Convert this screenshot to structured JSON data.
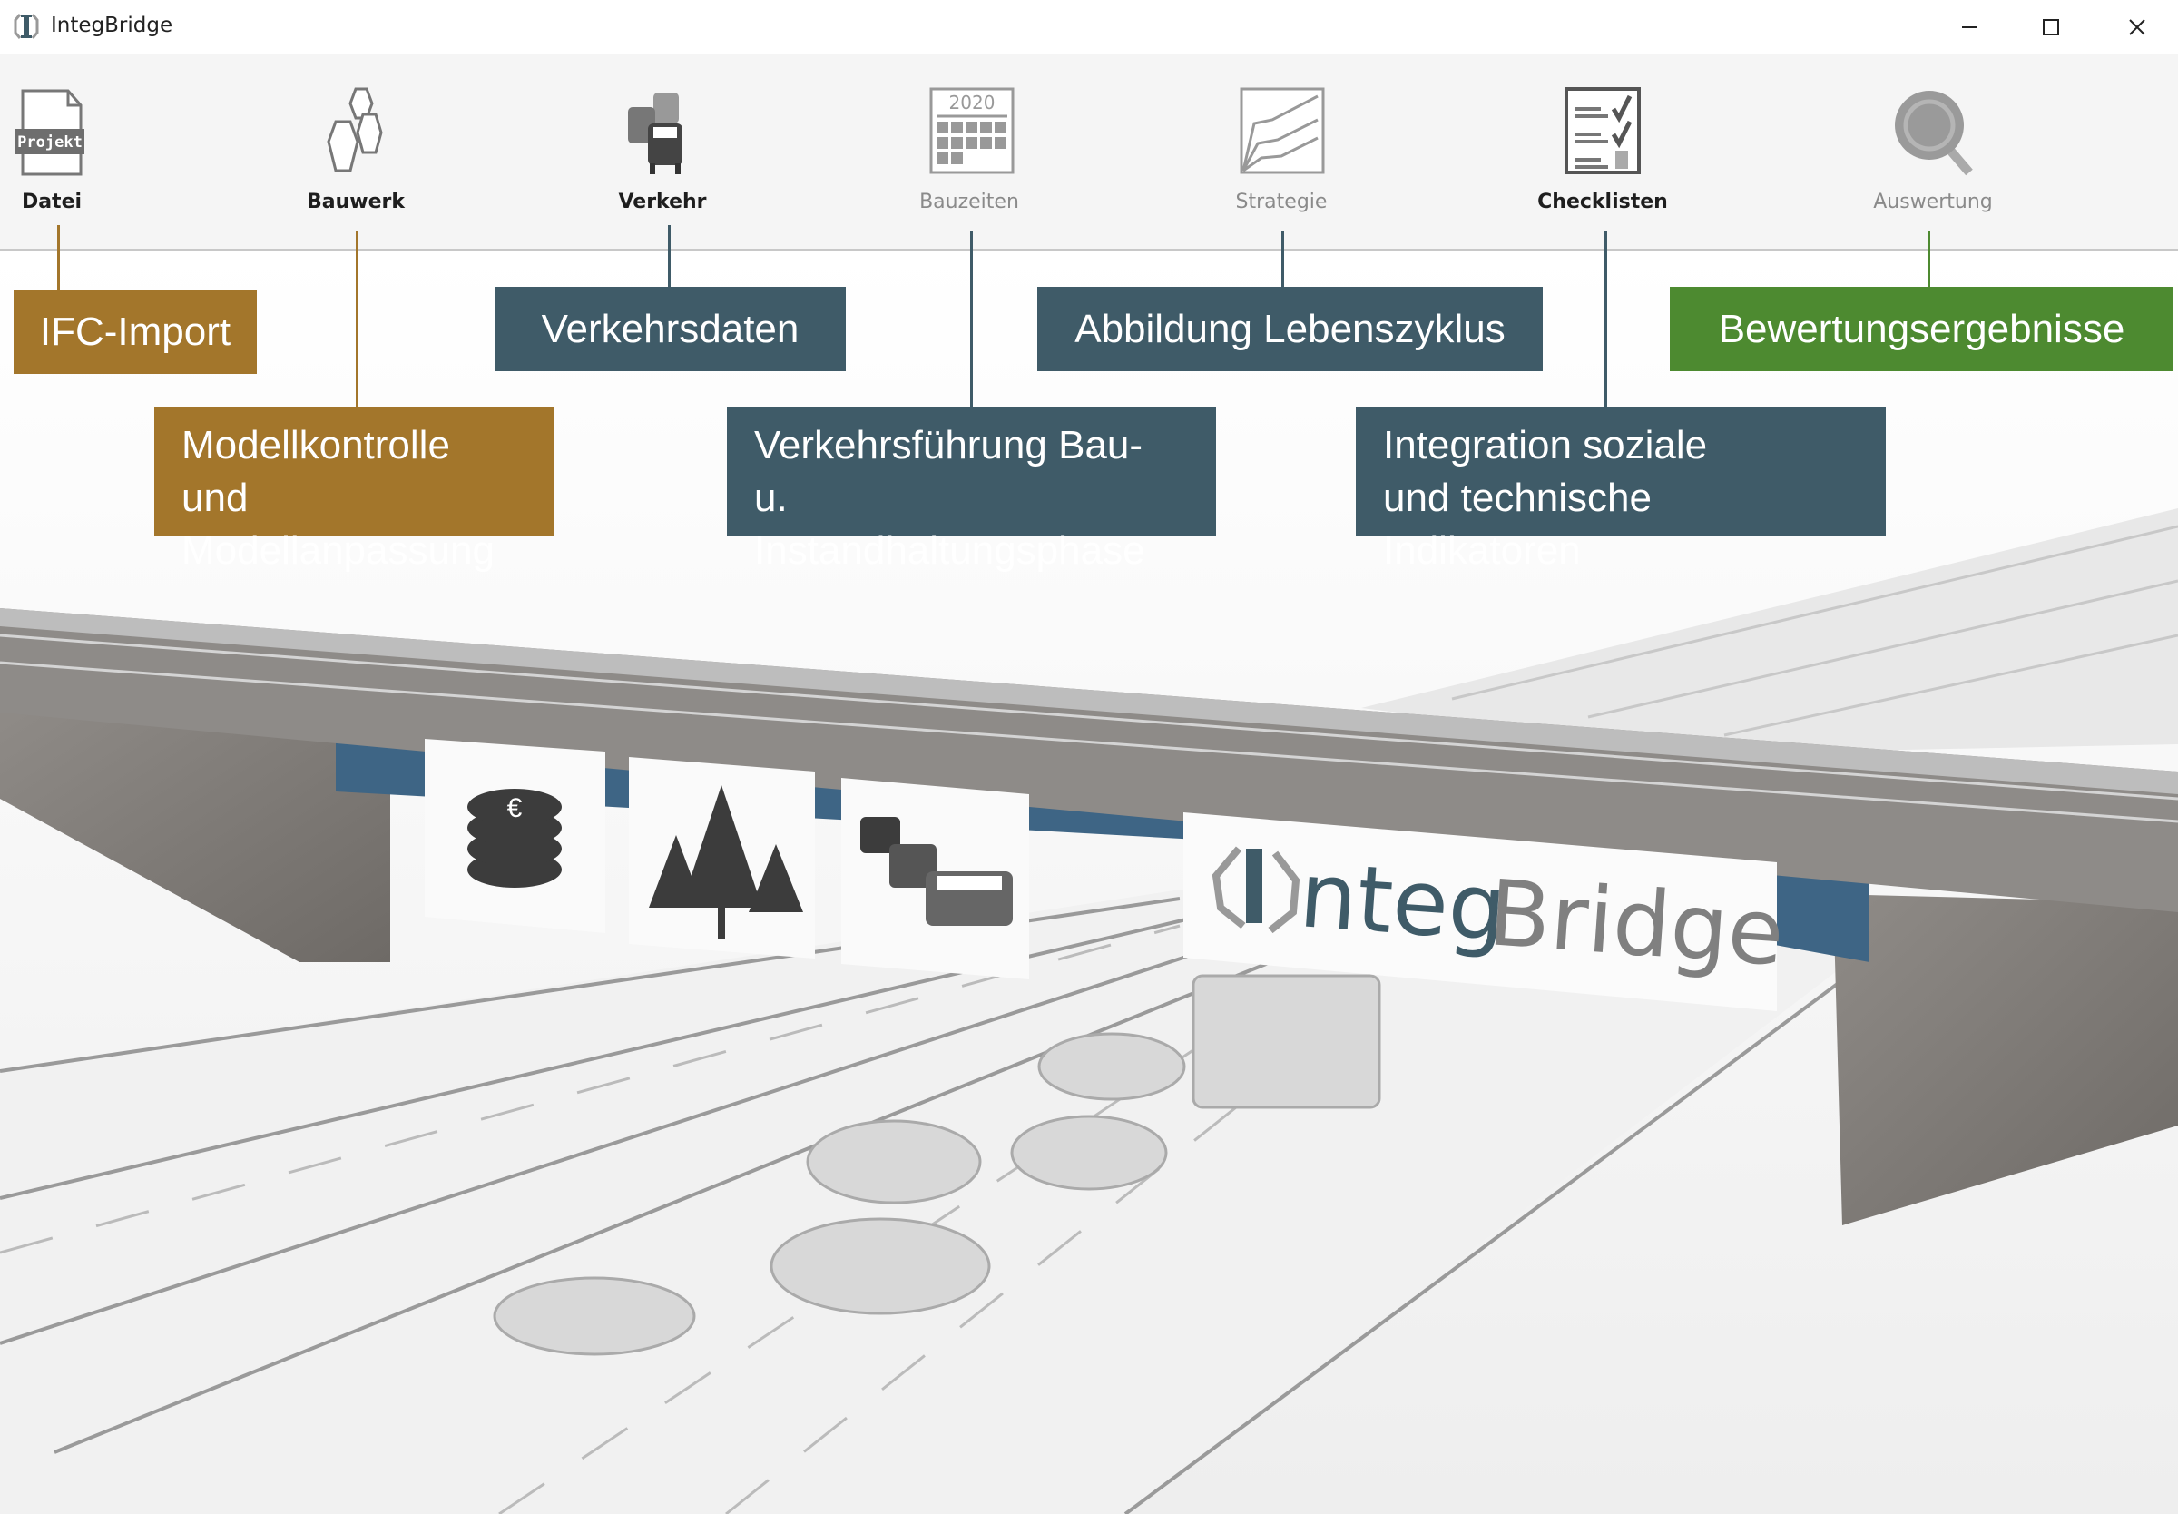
{
  "window": {
    "title": "IntegBridge",
    "minimize_icon": "minimize-icon",
    "maximize_icon": "maximize-icon",
    "close_icon": "close-icon"
  },
  "toolbar": {
    "items": [
      {
        "label": "Datei",
        "icon": "project-file-icon",
        "icon_text": "Projekt",
        "enabled": true
      },
      {
        "label": "Bauwerk",
        "icon": "hexagons-icon",
        "enabled": true
      },
      {
        "label": "Verkehr",
        "icon": "traffic-cars-icon",
        "enabled": true
      },
      {
        "label": "Bauzeiten",
        "icon": "calendar-icon",
        "icon_text": "2020",
        "enabled": false
      },
      {
        "label": "Strategie",
        "icon": "strategy-chart-icon",
        "enabled": false
      },
      {
        "label": "Checklisten",
        "icon": "checklist-icon",
        "enabled": true
      },
      {
        "label": "Auswertung",
        "icon": "magnifier-icon",
        "enabled": false
      }
    ]
  },
  "callouts": {
    "ifc_import": "IFC-Import",
    "modellkontrolle": [
      "Modellkontrolle und",
      "Modellanpassung"
    ],
    "verkehrsdaten": "Verkehrsdaten",
    "verkehrsfuehrung": [
      "Verkehrsführung Bau-",
      "u. Instandhaltungsphase"
    ],
    "lebenszyklus": "Abbildung Lebenszyklus",
    "integration": [
      "Integration soziale",
      "und technische Indikatoren"
    ],
    "bewertung": "Bewertungsergebnisse"
  },
  "scene": {
    "logo_text": "IntegBridge",
    "panels": [
      "euro-coins-icon",
      "trees-icon",
      "traffic-cars-icon"
    ]
  },
  "colors": {
    "gold": "#a3762b",
    "slate": "#3f5b68",
    "green": "#4d8a30",
    "toolbar_bg": "#f5f5f5"
  }
}
